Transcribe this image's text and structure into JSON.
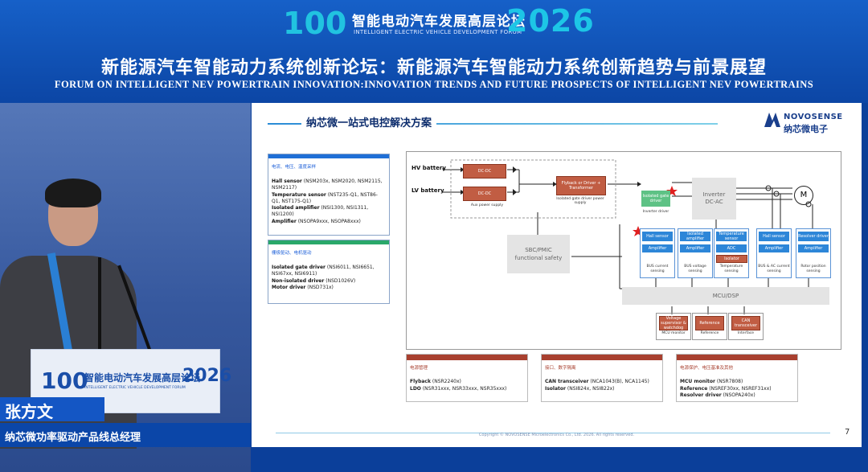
{
  "event": {
    "title_cn": "智能电动汽车发展高层论坛",
    "title_en": "INTELLIGENT ELECTRIC VEHICLE DEVELOPMENT FORUM",
    "year": "2026",
    "logo_text": "100"
  },
  "forum": {
    "title_cn": "新能源汽车智能动力系统创新论坛：新能源汽车智能动力系统创新趋势与前景展望",
    "title_en": "FORUM ON INTELLIGENT NEV POWERTRAIN INNOVATION:INNOVATION TRENDS AND FUTURE PROSPECTS OF INTELLIGENT NEV POWERTRAINS"
  },
  "podium": {
    "title_cn": "智能电动汽车发展高层论坛",
    "title_en": "INTELLIGENT ELECTRIC VEHICLE DEVELOPMENT FORUM",
    "year": "2026"
  },
  "speaker": {
    "name": "张方文",
    "title": "纳芯微功率驱动产品线总经理"
  },
  "slide": {
    "title": "纳芯微一站式电控解决方案",
    "logo_en": "NOVOSENSE",
    "logo_cn": "纳芯微电子",
    "page": "7",
    "copyright": "Copyright © NOVOSENSE Microelectronics Co., Ltd. 2026. All rights reserved.",
    "left_boxes": [
      {
        "heading": "电流、电压、温度采样",
        "color": "#1f6fd6",
        "items": [
          {
            "name": "Hall sensor",
            "parts": " (NSM203x, NSM2020, NSM2115, NSM2117)"
          },
          {
            "name": "Temperature sensor",
            "parts": " (NST235-Q1, NST86-Q1, NST175-Q1)"
          },
          {
            "name": "Isolated amplifier",
            "parts": " (NSI1300, NSI1311, NSI1200)"
          },
          {
            "name": "Amplifier",
            "parts": " (NSOPA9xxx, NSOPA8xxx)"
          }
        ]
      },
      {
        "heading": "栅极驱动、电机驱动",
        "color": "#2aa86a",
        "items": [
          {
            "name": "Isolated gate driver",
            "parts": " (NSI6011, NSI6651, NSI67xx, NSI6911)"
          },
          {
            "name": "Non-isolated driver",
            "parts": " (NSD1026V)"
          },
          {
            "name": "Motor driver",
            "parts": " (NSD731x)"
          }
        ]
      }
    ],
    "bottom_boxes": [
      {
        "heading": "电源管理",
        "items": [
          {
            "name": "Flyback",
            "parts": " (NSR2240x)"
          },
          {
            "name": "LDO",
            "parts": " (NSR31xxx, NSR33xxx, NSR35xxx)"
          }
        ]
      },
      {
        "heading": "接口、数字隔离",
        "items": [
          {
            "name": "CAN transceiver",
            "parts": " (NCA1043(B), NCA1145)"
          },
          {
            "name": "Isolator",
            "parts": " (NSI824x, NSI822x)"
          }
        ]
      },
      {
        "heading": "电源保护、电压基准及其他",
        "items": [
          {
            "name": "MCU monitor",
            "parts": " (NSR7808)"
          },
          {
            "name": "Reference",
            "parts": " (NSREF30xx, NSREF31xx)"
          },
          {
            "name": "Resolver driver",
            "parts": " (NSOPA240x)"
          }
        ]
      }
    ],
    "diagram": {
      "hv_battery": "HV battery",
      "lv_battery": "LV battery",
      "dcdc": "DC-DC",
      "aux_power": "Aux power supply",
      "flyback": "Flyback or Driver + Transformer",
      "gate_driver_power": "Isolated gate driver power supply",
      "iso_gate_driver": "Isolated gate driver",
      "inverter_driver": "Inverter driver",
      "inverter": "Inverter",
      "dcac": "DC-AC",
      "motor": "M",
      "sbc": "SBC/PMIC",
      "functional_safety": "functional safety",
      "mcu": "MCU/DSP",
      "sensing": [
        {
          "top": "Hall sensor",
          "mid": "Amplifier",
          "label": "BUS current sensing"
        },
        {
          "top": "Isolated amplifier",
          "mid": "Amplifier",
          "label": "BUS voltage sensing"
        },
        {
          "top": "Temperature sensor",
          "mid": "ADC",
          "low": "Isolator",
          "label": "Temperature sensing"
        },
        {
          "top": "Hall sensor",
          "mid": "Amplifier",
          "label": "BUS & AC current sensing"
        },
        {
          "top": "Resolver driver",
          "mid": "Amplifier",
          "label": "Rotor position sensing"
        }
      ],
      "bottom": [
        {
          "box": "Voltage supervisor & watchdog",
          "label": "MCU monitor"
        },
        {
          "box": "Reference",
          "label": "Reference"
        },
        {
          "box": "CAN transceiver",
          "label": "Interface"
        }
      ]
    }
  }
}
